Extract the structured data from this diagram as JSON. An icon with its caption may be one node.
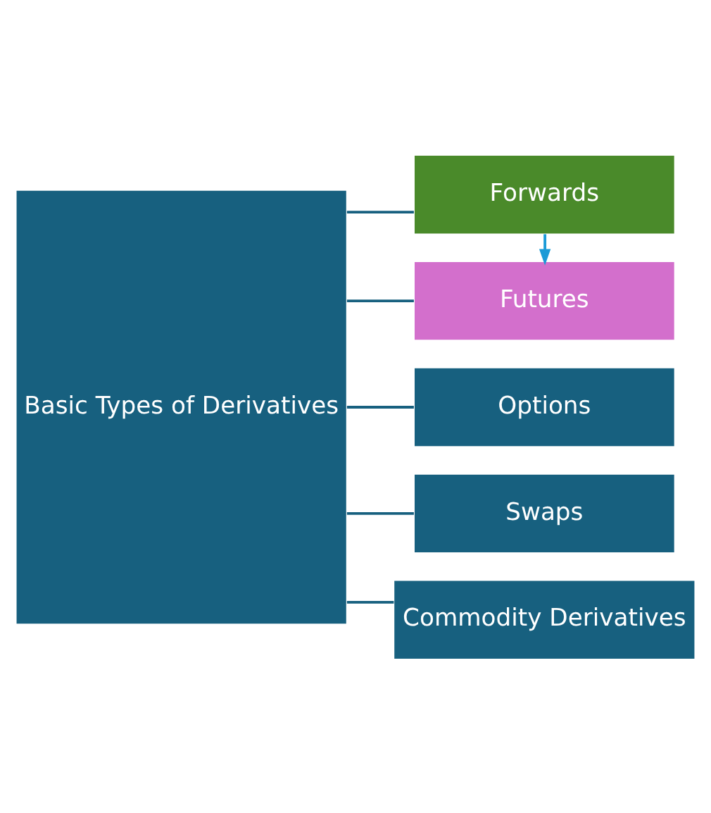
{
  "diagram": {
    "nodes": [
      {
        "text": [
          "Basic Types of Derivatives"
        ]
      },
      {
        "text": [
          "Forwards"
        ]
      },
      {
        "text": [
          "Futures"
        ]
      },
      {
        "text": [
          "Options"
        ]
      },
      {
        "text": [
          "Swaps"
        ]
      },
      {
        "text": [
          "Commodity Derivatives"
        ]
      }
    ],
    "edges": [
      {
        "from": 0,
        "to": 1,
        "arrow": "none"
      },
      {
        "from": 0,
        "to": 2,
        "arrow": "none"
      },
      {
        "from": 0,
        "to": 3,
        "arrow": "none"
      },
      {
        "from": 0,
        "to": 4,
        "arrow": "none"
      },
      {
        "from": 0,
        "to": 5,
        "arrow": "none"
      },
      {
        "from": 1,
        "to": 2,
        "arrow": "to",
        "color": "#1a9bd7"
      }
    ]
  }
}
